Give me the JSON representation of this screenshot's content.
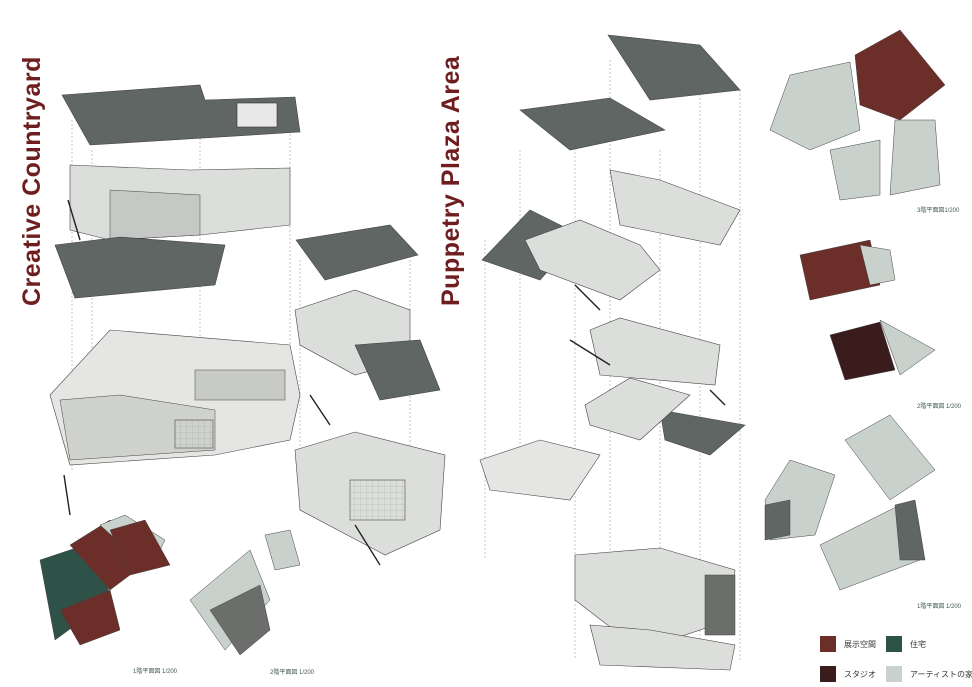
{
  "titles": {
    "left": "Creative Countryard",
    "right": "Puppetry Plaza Area"
  },
  "captions": {
    "left_floor1": "1階平面図 1/200",
    "left_floor2": "2階平面図 1/200",
    "right_floor3": "3階平面図1/200",
    "right_floor2": "2階平面図 1/200",
    "right_floor1": "1階平面図 1/200"
  },
  "legend": [
    {
      "label": "展示空間",
      "color": "#6b2e28"
    },
    {
      "label": "住宅",
      "color": "#2e5248"
    },
    {
      "label": "スタジオ",
      "color": "#3a1c1c"
    },
    {
      "label": "アーティストの家",
      "color": "#c9d1cd"
    }
  ],
  "colors": {
    "roof": "#5f6663",
    "wall": "#dcdedb",
    "wall_dark": "#b9bcb8",
    "title": "#6e1e1e"
  }
}
